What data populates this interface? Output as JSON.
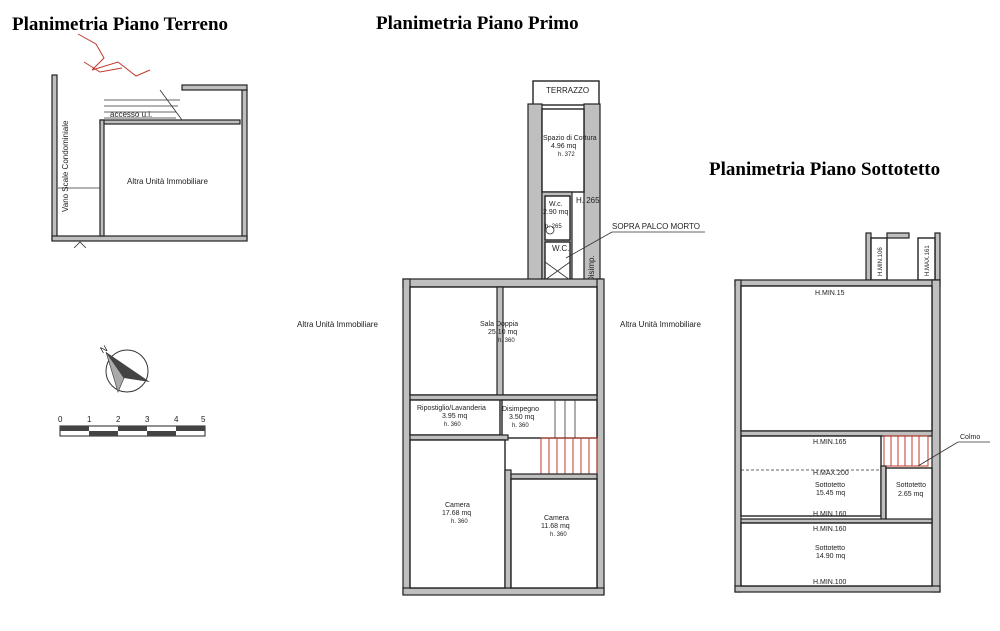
{
  "titles": {
    "ground": "Planimetria Piano Terreno",
    "first": "Planimetria Piano Primo",
    "attic": "Planimetria Piano Sottotetto"
  },
  "ground_floor": {
    "staircase": "Vano Scale Condominiale",
    "access": "accesso u.i.",
    "other_unit": "Altra Unità Immobiliare"
  },
  "first_floor": {
    "terrace": "TERRAZZO",
    "kitchen": {
      "name": "Spazio di Cottura",
      "area": "4.96 mq",
      "height": "h. 372"
    },
    "wc_small": {
      "name": "W.c.",
      "area": "2.90 mq",
      "height": "h. 265"
    },
    "wc_label": "W.C.",
    "h265": "H. 265",
    "disimp_side": "Disimp.",
    "loft_note": "SOPRA PALCO MORTO",
    "other_unit_left": "Altra Unità Immobiliare",
    "other_unit_right": "Altra Unità Immobiliare",
    "living": {
      "name": "Sala Doppia",
      "area": "25.10 mq",
      "height": "h. 360"
    },
    "storage": {
      "name": "Ripostiglio/Lavanderia",
      "area": "3.95 mq",
      "height": "h. 360"
    },
    "hall": {
      "name": "Disimpegno",
      "area": "3.50 mq",
      "height": "h. 360"
    },
    "bedroom1": {
      "name": "Camera",
      "area": "17.68 mq",
      "height": "h. 360"
    },
    "bedroom2": {
      "name": "Camera",
      "area": "11.68 mq",
      "height": "h. 360"
    }
  },
  "attic_floor": {
    "h_min_106": "H.MIN.106",
    "h_max_161": "H.MAX.161",
    "h_min_15": "H.MIN.15",
    "h_min_165": "H.MIN.165",
    "h_max_200": "H.MAX.200",
    "colmo": "Colmo",
    "attic1": {
      "name": "Sottotetto",
      "area": "15.45 mq"
    },
    "attic_small": {
      "name": "Sottotetto",
      "area": "2.65 mq"
    },
    "h_min_160_a": "H.MIN.160",
    "h_min_160_b": "H.MIN.160",
    "attic2": {
      "name": "Sottotetto",
      "area": "14.90 mq"
    },
    "h_min_100": "H.MIN.100"
  },
  "scale": {
    "ticks": [
      "0",
      "1",
      "2",
      "3",
      "4",
      "5"
    ]
  },
  "north": {
    "label": "N"
  }
}
